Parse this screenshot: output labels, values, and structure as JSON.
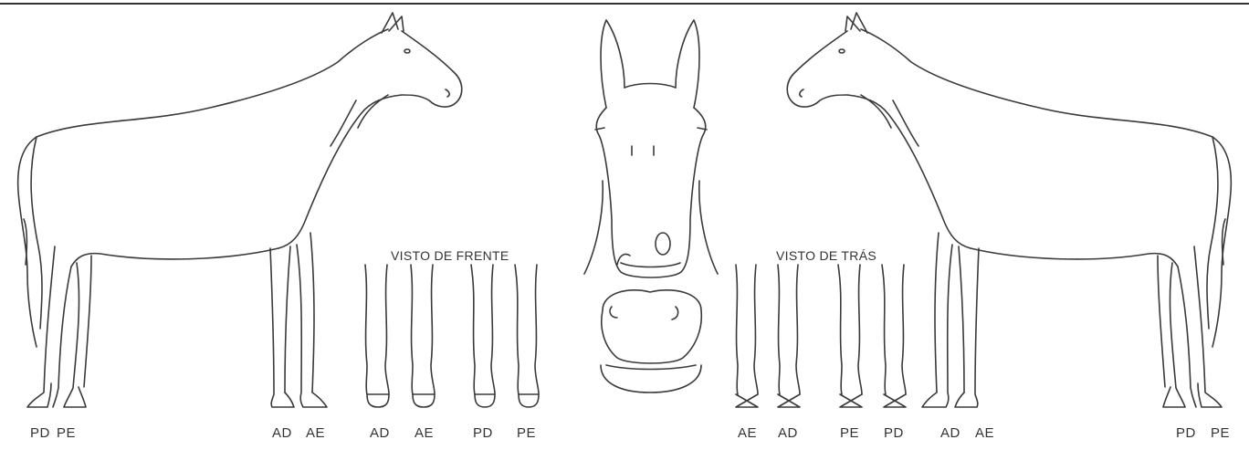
{
  "captions": {
    "front": "VISTO DE FRENTE",
    "back": "VISTO DE TRÁS"
  },
  "labels": {
    "left_horse_hind": [
      "PD",
      "PE"
    ],
    "left_horse_fore": [
      "AD",
      "AE"
    ],
    "front_forelegs": [
      "AD",
      "AE"
    ],
    "front_hindlegs": [
      "PD",
      "PE"
    ],
    "back_forelegs": [
      "AE",
      "AD"
    ],
    "back_hindlegs": [
      "PE",
      "PD"
    ],
    "right_horse_fore": [
      "AD",
      "AE"
    ],
    "right_horse_hind": [
      "PD",
      "PE"
    ]
  }
}
